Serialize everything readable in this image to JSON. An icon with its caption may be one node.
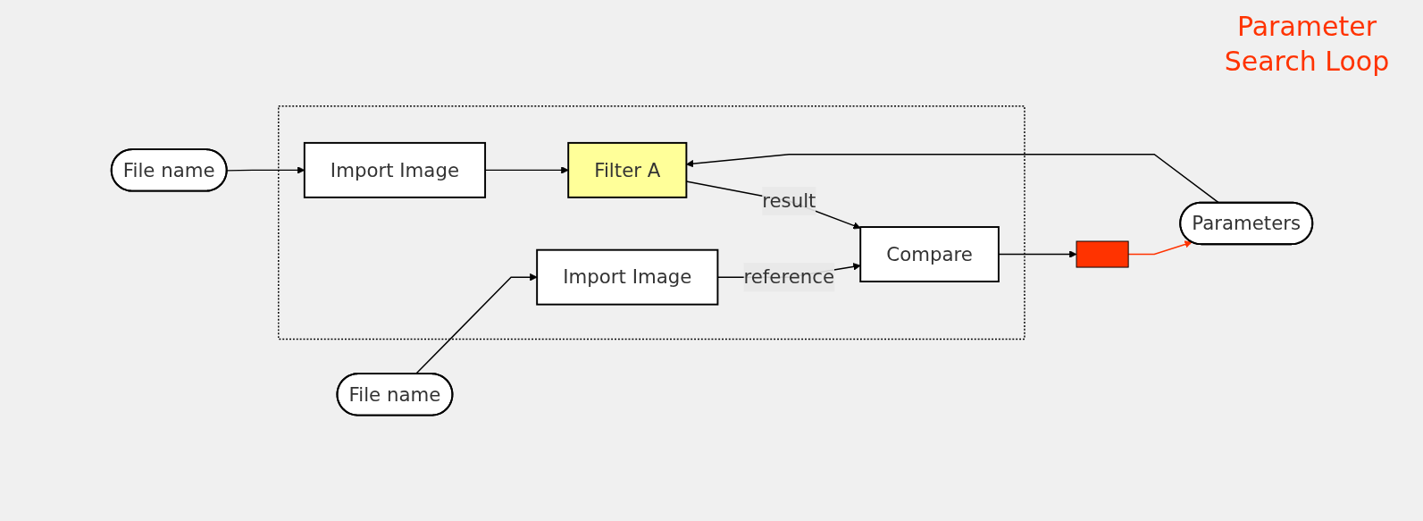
{
  "diagram": {
    "nodes": [
      {
        "text": [
          "Parameters"
        ]
      },
      {
        "text": [],
        "shape": "box"
      },
      {
        "text": [
          "File name"
        ]
      },
      {
        "text": [
          "File name"
        ]
      },
      {
        "text": [
          "Import Image"
        ],
        "in": 1
      },
      {
        "text": [
          "Filter A"
        ],
        "in": 1
      },
      {
        "text": [
          "Import Image"
        ],
        "in": 1
      },
      {
        "text": [
          "Compare"
        ],
        "in": 1
      },
      {
        "text": [],
        "shape": "box"
      }
    ],
    "edges": [
      {
        "from": 0,
        "to": 5,
        "arrow": "to"
      },
      {
        "from": 2,
        "to": 4,
        "arrow": "to"
      },
      {
        "from": 3,
        "to": 6,
        "arrow": "to"
      },
      {
        "from": 4,
        "to": 5,
        "arrow": "to"
      },
      {
        "from": 5,
        "to": 7,
        "arrow": "to",
        "label": "result"
      },
      {
        "from": 6,
        "to": 7,
        "arrow": "to",
        "label": "reference"
      },
      {
        "from": 7,
        "to": 8,
        "arrow": "to"
      },
      {
        "from": 8,
        "to": 0,
        "arrow": "to",
        "color": "#ff3300"
      }
    ],
    "labels": [
      "Parameter Search Loop"
    ]
  }
}
